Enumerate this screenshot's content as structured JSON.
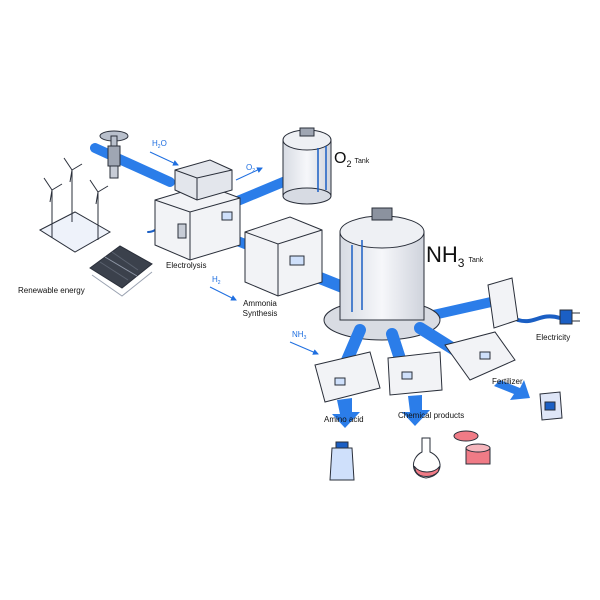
{
  "labels": {
    "renewable_energy": "Renewable energy",
    "electrolysis": "Electrolysis",
    "ammonia_synthesis_line1": "Ammonia",
    "ammonia_synthesis_line2": "Synthesis",
    "electricity": "Electricity",
    "fertilizer": "Fertilizer",
    "amino_acid": "Amino acid",
    "chemical_products": "Chemical products"
  },
  "flows": {
    "water": {
      "main": "H",
      "sub": "2",
      "tail": "O"
    },
    "oxygen": {
      "main": "O",
      "sub": "2"
    },
    "hydrogen": {
      "main": "H",
      "sub": "2"
    },
    "ammonia": {
      "main": "NH",
      "sub": "3"
    }
  },
  "tanks": {
    "o2": {
      "main": "O",
      "sub": "2",
      "suffix": "Tank"
    },
    "nh3": {
      "main": "NH",
      "sub": "3",
      "suffix": "Tank"
    }
  },
  "colors": {
    "pipe": "#2b7de9",
    "pipe_dark": "#1b5fc4",
    "outline": "#2a2f3a",
    "building": "#f2f3f6",
    "building_shade": "#d9dce3",
    "accent_pink": "#f07b86"
  }
}
